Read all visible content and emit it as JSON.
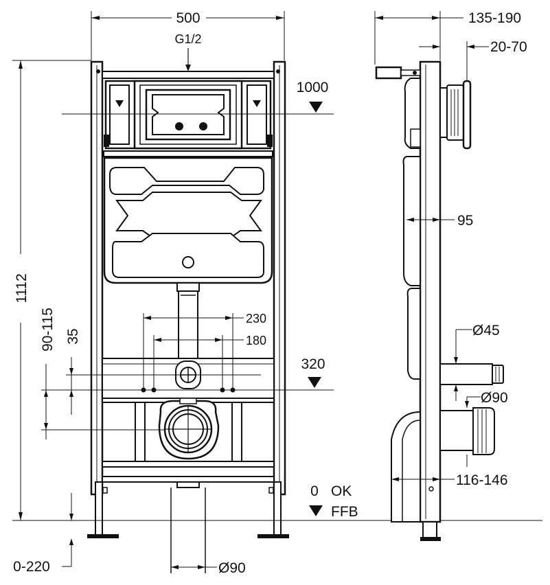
{
  "front_view": {
    "width": "500",
    "connection": "G1/2",
    "height": "1112",
    "cistern_height": "1000",
    "bolt_spacing_outer": "230",
    "bolt_spacing_inner": "180",
    "bolt_height": "320",
    "offset_35": "35",
    "drain_height_range": "90-115",
    "floor_level_label": "0",
    "floor_ok": "OK",
    "floor_ffb": "FFB",
    "leg_adjustment": "0-220",
    "drain_diameter": "Ø90"
  },
  "side_view": {
    "depth_range": "135-190",
    "plate_range": "20-70",
    "frame_depth": "95",
    "inlet_diameter": "Ø45",
    "outlet_diameter": "Ø90",
    "outlet_offset": "116-146"
  }
}
